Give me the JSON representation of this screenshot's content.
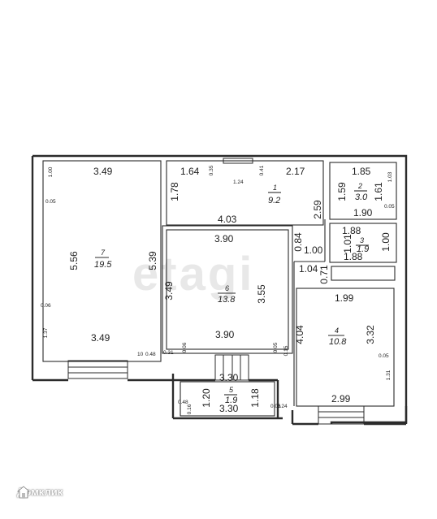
{
  "watermark": "etagi",
  "brand": {
    "name": "Домклик"
  },
  "rooms": [
    {
      "num": "7",
      "area": "19.5"
    },
    {
      "num": "1",
      "area": "9.2"
    },
    {
      "num": "6",
      "area": "13.8"
    },
    {
      "num": "2",
      "area": "3.0"
    },
    {
      "num": "3",
      "area": "1.9"
    },
    {
      "num": "4",
      "area": "10.8"
    },
    {
      "num": "5",
      "area": "1.9"
    }
  ],
  "dims": {
    "r7_top": "3.49",
    "r7_left": "5.56",
    "r7_right": "5.39",
    "r7_bottom": "3.49",
    "r7_100": "1.00",
    "r7_005": "0.05",
    "r7_006": "0.06",
    "r7_137": "1.37",
    "r7_048": "0.48",
    "r7_010": "10",
    "r1_164": "1.64",
    "r1_035": "0.35",
    "r1_124": "1.24",
    "r1_041": "0.41",
    "r1_217": "2.17",
    "r1_178": "1.78",
    "r1_259": "2.59",
    "r1_403": "4.03",
    "r6_top": "3.90",
    "r6_left": "3.49",
    "r6_right": "3.55",
    "r6_bottom": "3.90",
    "r6_031": "0.31",
    "r6_006": "0.06",
    "r6_005": "0.05",
    "r6_015": "0.15",
    "r084": "0.84",
    "r100": "1.00",
    "r104": "1.04",
    "r071": "0.71",
    "r2_185": "1.85",
    "r2_103": "1.03",
    "r2_159": "1.59",
    "r2_161": "1.61",
    "r2_190": "1.90",
    "r2_005": "0.05",
    "r3_188t": "1.88",
    "r3_101": "1.01",
    "r3_100": "1.00",
    "r3_188b": "1.88",
    "r4_199": "1.99",
    "r4_404": "4.04",
    "r4_332": "3.32",
    "r4_005": "0.05",
    "r4_131": "1.31",
    "r4_299": "2.99",
    "r5_330t": "3.30",
    "r5_120": "1.20",
    "r5_118": "1.18",
    "r5_330b": "3.30",
    "r5_048": "0.48",
    "r5_016": "0.16",
    "r5_006": "0.06",
    "r5_024": "0.24"
  }
}
